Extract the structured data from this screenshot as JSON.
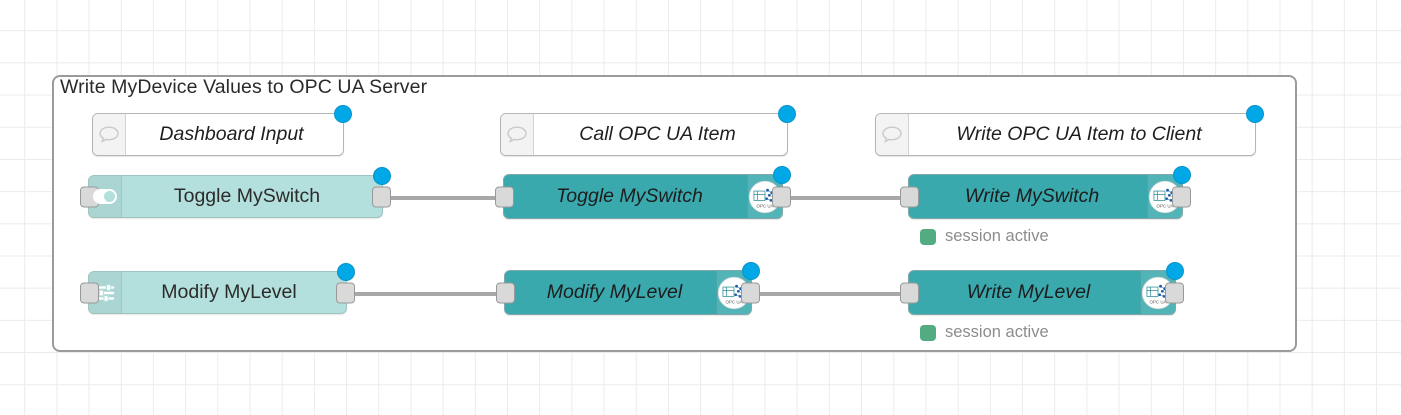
{
  "editor": {
    "group": {
      "title": "Write MyDevice Values to OPC UA Server"
    },
    "comments": [
      {
        "label": "Dashboard Input",
        "icon": "comment-bubble-icon"
      },
      {
        "label": "Call OPC UA Item",
        "icon": "comment-bubble-icon"
      },
      {
        "label": "Write OPC UA Item to Client",
        "icon": "comment-bubble-icon"
      }
    ],
    "nodes": [
      {
        "label": "Toggle MySwitch",
        "icon": "toggle-switch-icon",
        "type": "dashboard-switch"
      },
      {
        "label": "Modify MyLevel",
        "icon": "sliders-icon",
        "type": "dashboard-slider"
      },
      {
        "label": "Toggle MySwitch",
        "icon": "opc-ua-logo-icon",
        "type": "opcua-item"
      },
      {
        "label": "Modify MyLevel",
        "icon": "opc-ua-logo-icon",
        "type": "opcua-item"
      },
      {
        "label": "Write MySwitch",
        "icon": "opc-ua-logo-icon",
        "type": "opcua-client"
      },
      {
        "label": "Write MyLevel",
        "icon": "opc-ua-logo-icon",
        "type": "opcua-client"
      }
    ],
    "statuses": [
      {
        "text": "session active",
        "color": "#53ab82"
      },
      {
        "text": "session active",
        "color": "#53ab82"
      }
    ],
    "colors": {
      "dashboard_node": "#b3dfdc",
      "opcua_node": "#3aa9ae",
      "status_dot": "#00a8e8",
      "session_dot": "#53ab82",
      "wire": "#a8a8a8",
      "group_border": "#9b9b9b"
    },
    "opcua_logo_text": "OPC UA"
  }
}
